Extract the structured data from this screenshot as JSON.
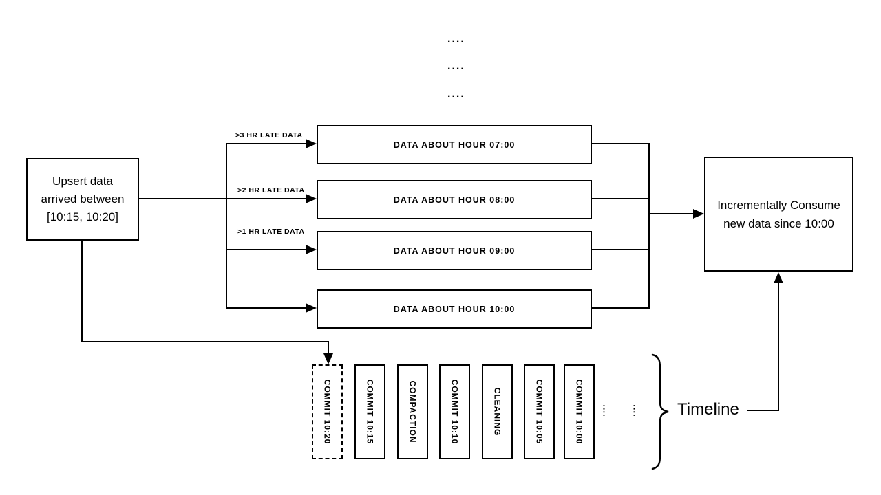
{
  "diagram": {
    "top_dots": [
      "....",
      "....",
      "...."
    ],
    "upsert_box": {
      "lines": [
        "Upsert data",
        "arrived between",
        "[10:15, 10:20]"
      ]
    },
    "arrow_labels": [
      ">3 HR LATE DATA",
      ">2 HR LATE DATA",
      ">1 HR LATE DATA"
    ],
    "hour_boxes": [
      "DATA ABOUT HOUR 07:00",
      "DATA ABOUT HOUR 08:00",
      "DATA ABOUT HOUR 09:00",
      "DATA ABOUT HOUR 10:00"
    ],
    "consume_box": {
      "lines": [
        "Incrementally Consume",
        "new data since 10:00"
      ]
    },
    "timeline": {
      "commits": [
        {
          "label": "COMMIT 10:20",
          "style": "dashed"
        },
        {
          "label": "COMMIT 10:15",
          "style": "solid"
        },
        {
          "label": "COMPACTION",
          "style": "solid"
        },
        {
          "label": "COMMIT 10:10",
          "style": "solid"
        },
        {
          "label": "CLEANING",
          "style": "solid"
        },
        {
          "label": "COMMIT 10:05",
          "style": "solid"
        },
        {
          "label": "COMMIT 10:00",
          "style": "solid"
        }
      ],
      "ellipsis": [
        "....",
        "...."
      ],
      "label": "Timeline"
    },
    "colors": {
      "ink": "#000000",
      "background": "#ffffff"
    }
  }
}
